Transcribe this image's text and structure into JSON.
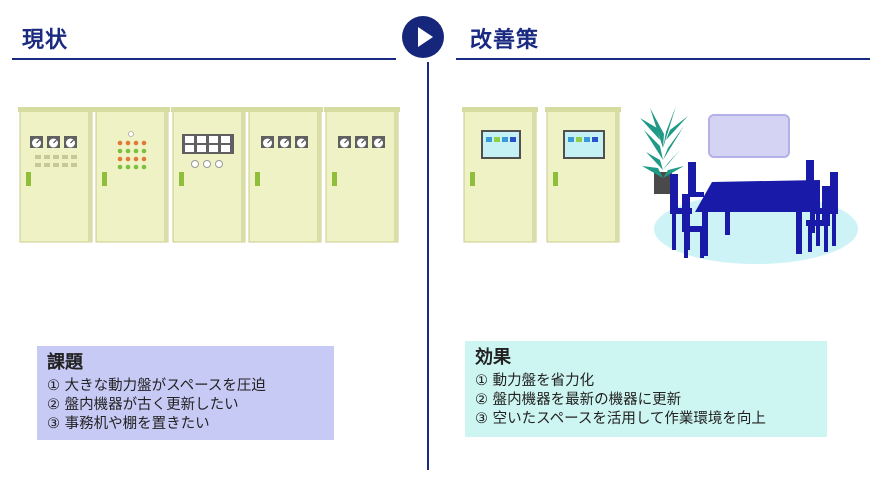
{
  "left": {
    "heading": "現状",
    "issues": {
      "title": "課題",
      "items": [
        "① 大きな動力盤がスペースを圧迫",
        "② 盤内機器が古く更新したい",
        "③ 事務机や棚を置きたい"
      ]
    }
  },
  "right": {
    "heading": "改善策",
    "effects": {
      "title": "効果",
      "items": [
        "① 動力盤を省力化",
        "② 盤内機器を最新の機器に更新",
        "③ 空いたスペースを活用して作業環境を向上"
      ]
    }
  },
  "colors": {
    "accent": "#1a2a80",
    "cabinet": "#eef2c4",
    "cabinet_edge": "#c8cc8a",
    "issues_bg": "#c8caf6",
    "effects_bg": "#cdf5f1",
    "furniture": "#1a1aa8",
    "plant": "#1f9a86"
  },
  "icons": [
    "play-arrow-icon",
    "power-cabinet-icon",
    "meeting-table-icon",
    "potted-plant-icon",
    "whiteboard-icon"
  ]
}
